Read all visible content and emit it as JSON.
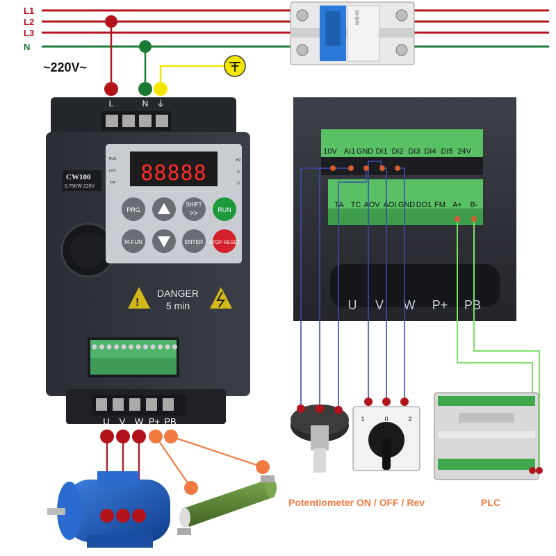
{
  "lines": {
    "l1": "L1",
    "l2": "L2",
    "l3": "L3",
    "n": "N",
    "voltage": "~220V~"
  },
  "vfd": {
    "model": "CW100",
    "rating": "0.75KW 220V",
    "input_terminals": [
      "L",
      "N",
      "⏚"
    ],
    "output_terminals": [
      "U",
      "V",
      "W",
      "P+",
      "PB"
    ],
    "status_leds": [
      "RUN",
      "LOC",
      "F/R"
    ],
    "unit_leds": [
      "Hz",
      "A",
      "V"
    ],
    "display": "88888",
    "keys": {
      "prg": "PRG",
      "shift": "SHIFT",
      "run": "RUN",
      "mfun": "M-FUN",
      "enter": "ENTER",
      "stop": "STOP RESET"
    },
    "danger": "DANGER",
    "danger_time": "5 min"
  },
  "closeup": {
    "top_terminals": [
      "10V",
      "AI1",
      "GND",
      "DI1",
      "DI2",
      "DI3",
      "DI4",
      "DI5",
      "24V"
    ],
    "bottom_terminals": [
      "TA",
      "TC",
      "AOV",
      "AOI",
      "GND",
      "DO1",
      "FM",
      "A+",
      "B-"
    ],
    "power_terminals": [
      "U",
      "V",
      "W",
      "P+",
      "PB"
    ]
  },
  "switch": {
    "positions": [
      "1",
      "0",
      "2"
    ]
  },
  "captions": {
    "potentiometer": "Potentiometer ON / OFF / Rev",
    "plc": "PLC"
  },
  "colors": {
    "red": "#b3131b",
    "green": "#1a7a33",
    "yellow": "#f2e600",
    "orange": "#f07a40",
    "blue": "#3f4aa8",
    "light_green": "#7ee06a",
    "motor_blue": "#1f5fc0",
    "resistor_green": "#5f8a3a"
  }
}
